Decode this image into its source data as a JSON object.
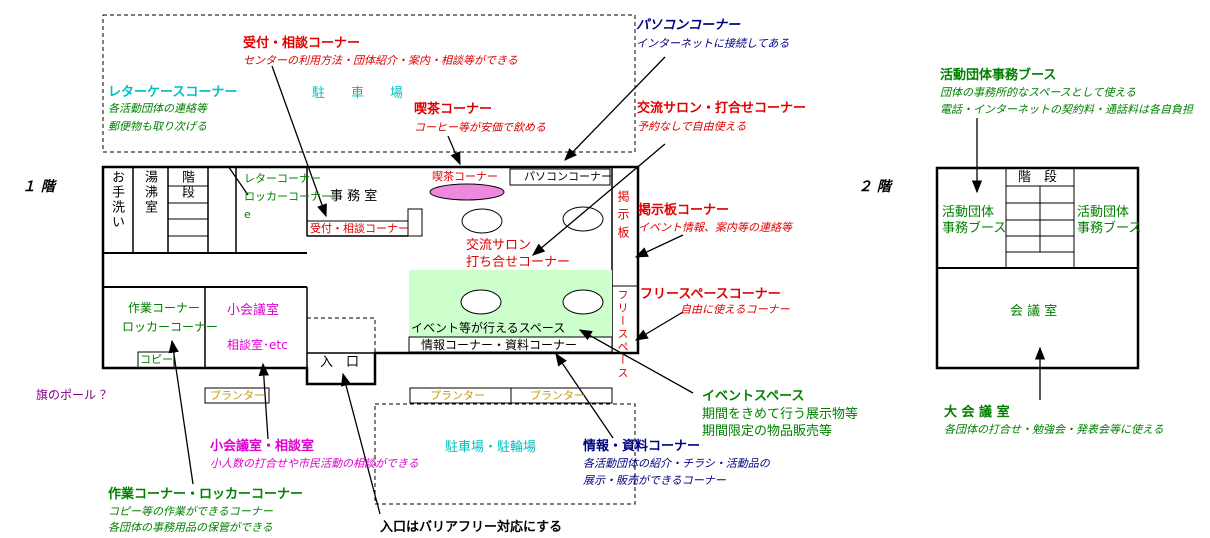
{
  "colors": {
    "red": "#e00000",
    "green": "#008000",
    "navy": "#000080",
    "cyan": "#00c0c0",
    "magenta": "#e000d0",
    "purple": "#800080",
    "event_fill": "#ccffcc",
    "oval": "#ee88dd"
  },
  "floors": {
    "f1": "１ 階",
    "f2": "２ 階"
  },
  "rooms1": {
    "toilet": "お手洗い",
    "kitchen": "湯沸室",
    "stairs": "階段",
    "letter_locker_1": "レターコーナー",
    "letter_locker_2": "ロッカーコーナー",
    "letter_locker_3": "e",
    "office": "事 務 室",
    "reception": "受付・相談コーナー",
    "cafe": "喫茶コーナー",
    "pc": "パソコンコーナー",
    "bulletin": "掲示板",
    "salon_1": "交流サロン",
    "salon_2": "打ち合せコーナー",
    "free_space": "フリースペース",
    "event_space": "イベント等が行えるスペース",
    "info": "情報コーナー・資料コーナー",
    "work_1": "作業コーナー",
    "work_2": "ロッカーコーナー",
    "copy": "コピー",
    "small_room_1": "小会議室",
    "small_room_2": "相談室･etc",
    "entrance": "入　口",
    "parking_top": "駐　　車　　場",
    "parking_bottom": "駐車場・駐輪場",
    "planter": "プランター",
    "flagpole": "旗のポール ？"
  },
  "rooms2": {
    "stairs": "階　段",
    "booth_left_1": "活動団体",
    "booth_left_2": "事務ブース",
    "booth_right_1": "活動団体",
    "booth_right_2": "事務ブース",
    "hall": "会 議 室"
  },
  "callouts": {
    "reception": {
      "title": "受付・相談コーナー",
      "desc": "センターの利用方法・団体紹介・案内・相談等ができる"
    },
    "pc": {
      "title": "パソコンコーナー",
      "desc": "インターネットに接続してある"
    },
    "letter": {
      "title": "レターケースコーナー",
      "desc1": "各活動団体の連絡等",
      "desc2": "郵便物も取り次げる"
    },
    "cafe": {
      "title": "喫茶コーナー",
      "desc": "コーヒー等が安価で飲める"
    },
    "salon": {
      "title": "交流サロン・打合せコーナー",
      "desc": "予約なしで自由使える"
    },
    "bulletin": {
      "title": "掲示板コーナー",
      "desc": "イベント情報、案内等の連絡等"
    },
    "free": {
      "title": "フリースペースコーナー",
      "desc": "自由に使えるコーナー"
    },
    "event": {
      "title": "イベントスペース",
      "desc1": "期間をきめて行う展示物等",
      "desc2": "期間限定の物品販売等"
    },
    "info": {
      "title": "情報・資料コーナー",
      "desc1": "各活動団体の紹介・チラシ・活動品の",
      "desc2": "展示・販売ができるコーナー"
    },
    "entrance": {
      "title": "入口はバリアフリー対応にする"
    },
    "small": {
      "title": "小会議室・相談室",
      "desc": "小人数の打合せや市民活動の相談ができる"
    },
    "work": {
      "title": "作業コーナー・ロッカーコーナー",
      "desc1": "コピー等の作業ができるコーナー",
      "desc2": "各団体の事務用品の保管ができる"
    },
    "booth": {
      "title": "活動団体事務ブース",
      "desc1": "団体の事務所的なスペースとして使える",
      "desc2": "電話・インターネットの契約料・通話料は各自負担"
    },
    "hall": {
      "title": "大 会 議 室",
      "desc": "各団体の打合せ・勉強会・発表会等に使える"
    }
  }
}
